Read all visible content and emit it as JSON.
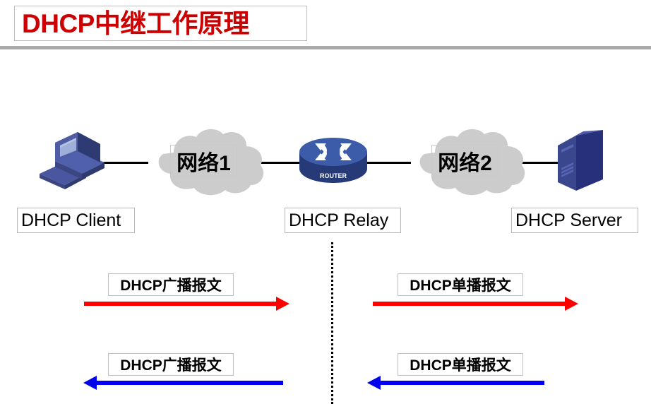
{
  "page": {
    "title": "DHCP中继工作原理",
    "title_color": "#cc0000",
    "rule_color": "#a9a9a9",
    "background": "#ffffff"
  },
  "topology": {
    "nodes": [
      {
        "id": "client",
        "label": "DHCP Client",
        "icon": "workstation-icon"
      },
      {
        "id": "relay",
        "label": "DHCP Relay",
        "icon": "router-icon",
        "icon_caption": "ROUTER"
      },
      {
        "id": "server",
        "label": "DHCP Server",
        "icon": "server-tower-icon"
      }
    ],
    "clouds": [
      {
        "id": "network1",
        "label": "网络1"
      },
      {
        "id": "network2",
        "label": "网络2"
      }
    ],
    "link_color": "#000000",
    "divider": {
      "style": "dotted",
      "color": "#000000"
    }
  },
  "messages": [
    {
      "id": "broadcast-request",
      "label": "DHCP广播报文",
      "direction": "right",
      "color": "#ff0000",
      "side": "left"
    },
    {
      "id": "unicast-request",
      "label": "DHCP单播报文",
      "direction": "right",
      "color": "#ff0000",
      "side": "right"
    },
    {
      "id": "broadcast-reply",
      "label": "DHCP广播报文",
      "direction": "left",
      "color": "#0000ee",
      "side": "left"
    },
    {
      "id": "unicast-reply",
      "label": "DHCP单播报文",
      "direction": "left",
      "color": "#0000ee",
      "side": "right"
    }
  ]
}
